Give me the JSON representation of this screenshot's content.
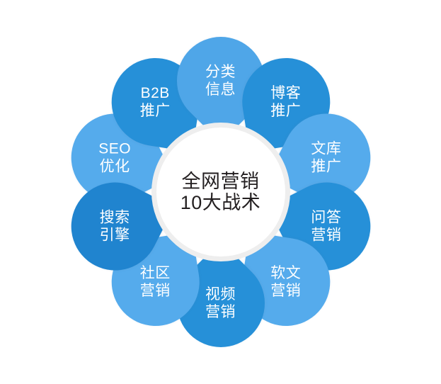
{
  "diagram": {
    "title_center": {
      "line1": "全网营销",
      "line2": "10大战术"
    },
    "center_ring_color": "#eeeeee",
    "center_text_color": "#231f20",
    "background": "#ffffff",
    "petal_count": 10,
    "petals": [
      {
        "id": "seo-optimization",
        "line1": "SEO",
        "line2": "优化",
        "color": "#55abec",
        "angle": -72,
        "label_rotation": 72
      },
      {
        "id": "b2b-promotion",
        "line1": "B2B",
        "line2": "推广",
        "color": "#2690d8",
        "angle": -36,
        "label_rotation": 36
      },
      {
        "id": "classified-information",
        "line1": "分类",
        "line2": "信息",
        "color": "#4fa6e8",
        "angle": 0,
        "label_rotation": 0
      },
      {
        "id": "blog-promotion",
        "line1": "博客",
        "line2": "推广",
        "color": "#2690d8",
        "angle": 36,
        "label_rotation": -36
      },
      {
        "id": "wenku-promotion",
        "line1": "文库",
        "line2": "推广",
        "color": "#55abec",
        "angle": 72,
        "label_rotation": -72
      },
      {
        "id": "qa-marketing",
        "line1": "问答",
        "line2": "营销",
        "color": "#2690d8",
        "angle": 108,
        "label_rotation": -108
      },
      {
        "id": "soft-article-marketing",
        "line1": "软文",
        "line2": "营销",
        "color": "#55abec",
        "angle": 144,
        "label_rotation": -144
      },
      {
        "id": "video-marketing",
        "line1": "视频",
        "line2": "营销",
        "color": "#2690d8",
        "angle": 180,
        "label_rotation": 180
      },
      {
        "id": "community-marketing",
        "line1": "社区",
        "line2": "营销",
        "color": "#55abec",
        "angle": 216,
        "label_rotation": 144
      },
      {
        "id": "search-engine",
        "line1": "搜索",
        "line2": "引擎",
        "color": "#2084cf",
        "angle": 252,
        "label_rotation": 108
      }
    ]
  }
}
